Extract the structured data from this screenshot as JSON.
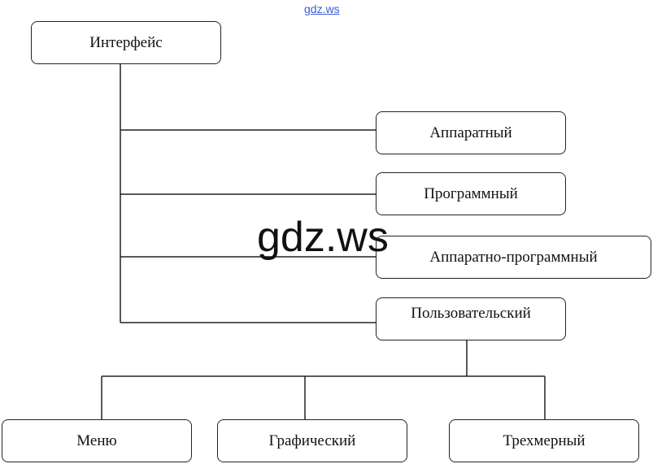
{
  "watermark": {
    "top": "gdz.ws",
    "center": "gdz.ws"
  },
  "diagram": {
    "root": "Интерфейс",
    "types": [
      "Аппаратный",
      "Программный",
      "Аппаратно-программный",
      "Пользовательский"
    ],
    "user_subtypes": [
      "Меню",
      "Графический",
      "Трехмерный"
    ]
  }
}
